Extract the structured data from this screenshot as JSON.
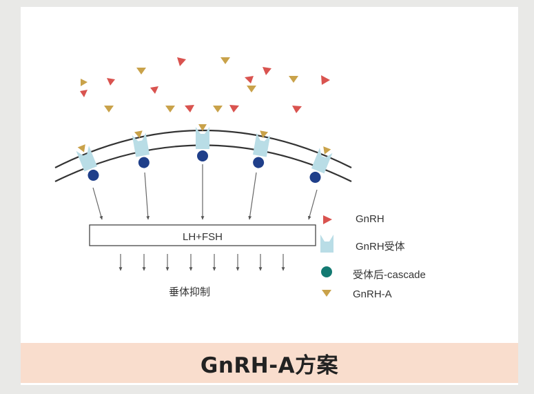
{
  "slide": {
    "title": "GnRH-A方案",
    "colors": {
      "background": "#ffffff",
      "banner": "#f9ddcd",
      "gnrh": "#d9534f",
      "gnrh_a": "#c9a24a",
      "receptor": "#b9dde6",
      "cascade": "#1f3f8a",
      "membrane": "#333333"
    }
  },
  "diagram": {
    "box_label": "LH+FSH",
    "suppression_label": "垂体抑制"
  },
  "legend": {
    "items": [
      {
        "icon": "red-triangle-icon",
        "label": "GnRH"
      },
      {
        "icon": "receptor-icon",
        "label": "GnRH受体"
      },
      {
        "icon": "teal-circle-icon",
        "label": "受体后-cascade"
      },
      {
        "icon": "gold-triangle-icon",
        "label": "GnRH-A"
      }
    ]
  }
}
